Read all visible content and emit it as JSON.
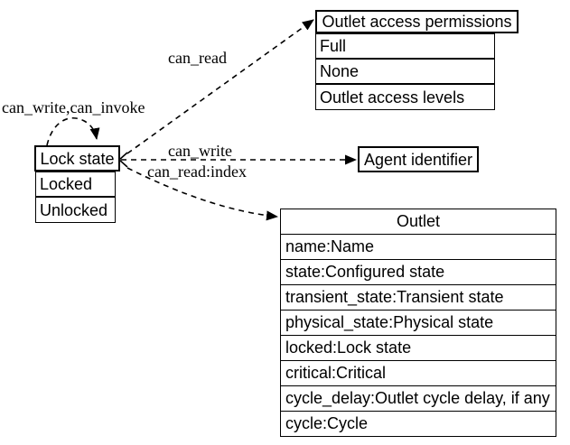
{
  "nodes": {
    "lock_state": {
      "title": "Lock state",
      "rows": [
        "Locked",
        "Unlocked"
      ]
    },
    "outlet_access_permissions": {
      "title": "Outlet access permissions",
      "rows": [
        "Full",
        "None",
        "Outlet access levels"
      ]
    },
    "agent_identifier": {
      "title": "Agent identifier"
    },
    "outlet": {
      "title": "Outlet",
      "rows": [
        "name:Name",
        "state:Configured state",
        "transient_state:Transient state",
        "physical_state:Physical state",
        "locked:Lock state",
        "critical:Critical",
        "cycle_delay:Outlet cycle delay, if any",
        "cycle:Cycle"
      ]
    }
  },
  "edge_labels": {
    "self_loop": "can_write,can_invoke",
    "can_read": "can_read",
    "can_write": "can_write",
    "can_read_index": "can_read:index"
  },
  "colors": {
    "stroke": "#000000",
    "background": "#ffffff"
  }
}
